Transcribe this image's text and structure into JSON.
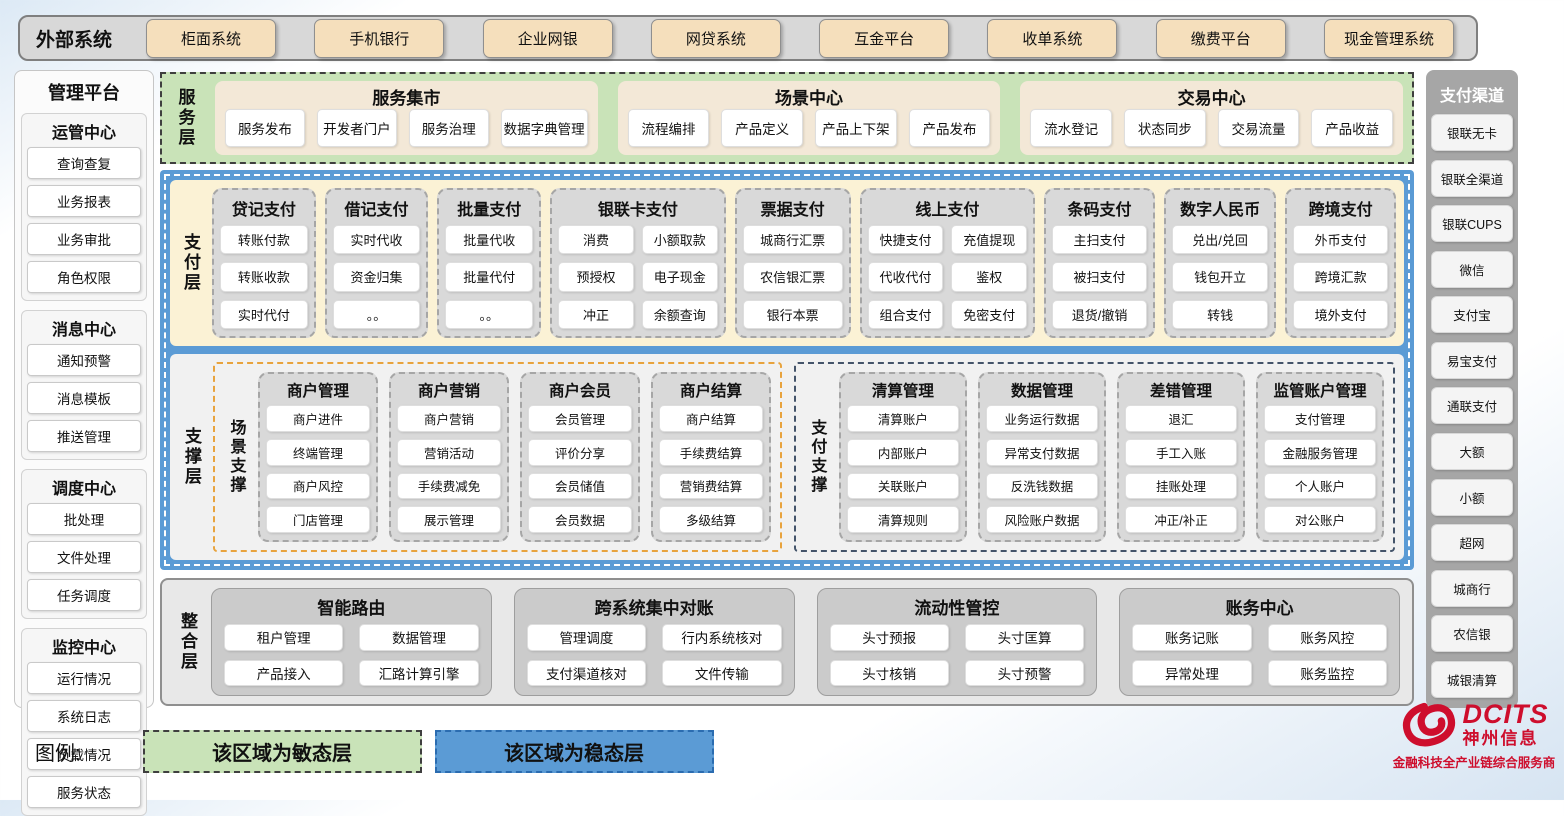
{
  "external": {
    "label": "外部系统",
    "systems": [
      "柜面系统",
      "手机银行",
      "企业网银",
      "网贷系统",
      "互金平台",
      "收单系统",
      "缴费平台",
      "现金管理系统"
    ]
  },
  "management": {
    "title": "管理平台",
    "groups": [
      {
        "title": "运管中心",
        "items": [
          "查询查复",
          "业务报表",
          "业务审批",
          "角色权限"
        ]
      },
      {
        "title": "消息中心",
        "items": [
          "通知预警",
          "消息模板",
          "推送管理"
        ]
      },
      {
        "title": "调度中心",
        "items": [
          "批处理",
          "文件处理",
          "任务调度"
        ]
      },
      {
        "title": "监控中心",
        "items": [
          "运行情况",
          "系统日志",
          "负载情况",
          "服务状态"
        ]
      }
    ]
  },
  "service_layer": {
    "label": "服务层",
    "sections": [
      {
        "title": "服务集市",
        "items": [
          "服务发布",
          "开发者门户",
          "服务治理",
          "数据字典管理"
        ]
      },
      {
        "title": "场景中心",
        "items": [
          "流程编排",
          "产品定义",
          "产品上下架",
          "产品发布"
        ]
      },
      {
        "title": "交易中心",
        "items": [
          "流水登记",
          "状态同步",
          "交易流量",
          "产品收益"
        ]
      }
    ]
  },
  "payment_layer": {
    "label": "支付层",
    "columns": [
      {
        "title": "贷记支付",
        "cols": 1,
        "items": [
          "转账付款",
          "转账收款",
          "实时代付"
        ]
      },
      {
        "title": "借记支付",
        "cols": 1,
        "items": [
          "实时代收",
          "资金归集",
          "。。"
        ]
      },
      {
        "title": "批量支付",
        "cols": 1,
        "items": [
          "批量代收",
          "批量代付",
          "。。"
        ]
      },
      {
        "title": "银联卡支付",
        "cols": 2,
        "items": [
          "消费",
          "小额取款",
          "预授权",
          "电子现金",
          "冲正",
          "余额查询"
        ]
      },
      {
        "title": "票据支付",
        "cols": 1,
        "items": [
          "城商行汇票",
          "农信银汇票",
          "银行本票"
        ]
      },
      {
        "title": "线上支付",
        "cols": 2,
        "items": [
          "快捷支付",
          "充值提现",
          "代收代付",
          "鉴权",
          "组合支付",
          "免密支付"
        ]
      },
      {
        "title": "条码支付",
        "cols": 1,
        "items": [
          "主扫支付",
          "被扫支付",
          "退货/撤销"
        ]
      },
      {
        "title": "数字人民币",
        "cols": 1,
        "items": [
          "兑出/兑回",
          "钱包开立",
          "转钱"
        ]
      },
      {
        "title": "跨境支付",
        "cols": 1,
        "items": [
          "外币支付",
          "跨境汇款",
          "境外支付"
        ]
      }
    ]
  },
  "support_layer": {
    "label": "支撑层",
    "groups": [
      {
        "label": "场景支撑",
        "theme": "scene",
        "columns": [
          {
            "title": "商户管理",
            "items": [
              "商户进件",
              "终端管理",
              "商户风控",
              "门店管理"
            ]
          },
          {
            "title": "商户营销",
            "items": [
              "商户营销",
              "营销活动",
              "手续费减免",
              "展示管理"
            ]
          },
          {
            "title": "商户会员",
            "items": [
              "会员管理",
              "评价分享",
              "会员储值",
              "会员数据"
            ]
          },
          {
            "title": "商户结算",
            "items": [
              "商户结算",
              "手续费结算",
              "营销费结算",
              "多级结算"
            ]
          }
        ]
      },
      {
        "label": "支付支撑",
        "theme": "pay",
        "columns": [
          {
            "title": "清算管理",
            "items": [
              "清算账户",
              "内部账户",
              "关联账户",
              "清算规则"
            ]
          },
          {
            "title": "数据管理",
            "items": [
              "业务运行数据",
              "异常支付数据",
              "反洗钱数据",
              "风险账户数据"
            ]
          },
          {
            "title": "差错管理",
            "items": [
              "退汇",
              "手工入账",
              "挂账处理",
              "冲正/补正"
            ]
          },
          {
            "title": "监管账户管理",
            "items": [
              "支付管理",
              "金融服务管理",
              "个人账户",
              "对公账户"
            ]
          }
        ]
      }
    ]
  },
  "integration_layer": {
    "label": "整合层",
    "sections": [
      {
        "title": "智能路由",
        "items": [
          "租户管理",
          "数据管理",
          "产品接入",
          "汇路计算引擎"
        ]
      },
      {
        "title": "跨系统集中对账",
        "items": [
          "管理调度",
          "行内系统核对",
          "支付渠道核对",
          "文件传输"
        ]
      },
      {
        "title": "流动性管控",
        "items": [
          "头寸预报",
          "头寸匡算",
          "头寸核销",
          "头寸预警"
        ]
      },
      {
        "title": "账务中心",
        "items": [
          "账务记账",
          "账务风控",
          "异常处理",
          "账务监控"
        ]
      }
    ]
  },
  "channels": {
    "title": "支付渠道",
    "items": [
      "银联无卡",
      "银联全渠道",
      "银联CUPS",
      "微信",
      "支付宝",
      "易宝支付",
      "通联支付",
      "大额",
      "小额",
      "超网",
      "城商行",
      "农信银",
      "城银清算"
    ]
  },
  "legend": {
    "label": "图例:",
    "agile_label": "该区域为敏态层",
    "stable_label": "该区域为稳态层"
  },
  "logo": {
    "brand": "DCITS",
    "company": "神州信息",
    "tagline": "金融科技全产业链综合服务商"
  },
  "colors": {
    "agile_green": "#C9E3B8",
    "stable_blue": "#5B9BD5",
    "tan_button": "#F5DFBC",
    "cream_panel": "#FBF2D5",
    "column_gray": "#D9D9D9",
    "scene_orange": "#E8A33D",
    "pay_navy": "#44546A",
    "brand_red": "#CE0E2D"
  }
}
